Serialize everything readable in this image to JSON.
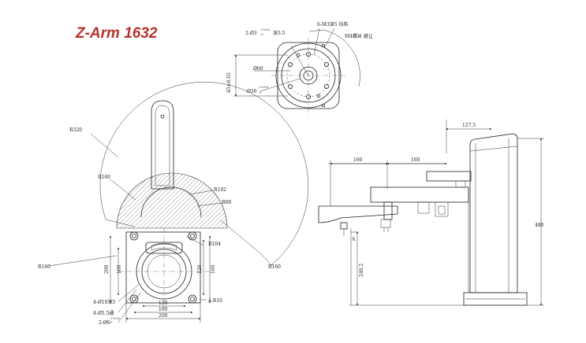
{
  "title": "Z-Arm 1632",
  "top_view_labels": {
    "hole_pin": "2-Ø3",
    "hole_pin_tol": "+0.02",
    "hole_pin_tol_low": "0",
    "hole_pin_depth": "深3.5",
    "thread_holes": "6-M3深5 均布",
    "m4": "M4螺丝  避让",
    "height": "45±0.02",
    "dia60": "Ø60",
    "dia36": "Ø36",
    "dia36_tol": "+0.03",
    "dia36_tol_low": "0"
  },
  "plan_view_labels": {
    "r320": "R320",
    "r160_upper": "R160",
    "r102": "R102",
    "r88": "R88",
    "r104": "R104",
    "r160_left": "R160",
    "r160_right": "R160",
    "h200": "200",
    "h160": "160",
    "h120_right": "120",
    "h160_right": "160",
    "holes_10": "4-Ø10深5",
    "holes_5": "4-Ø5.5通",
    "pin_hole": "2-Ø6",
    "pin_tol": "+0.02",
    "pin_tol_low": "0",
    "w120": "120",
    "w160": "160",
    "w200": "200",
    "side_label": "4-R10"
  },
  "side_view_labels": {
    "d127": "127.5",
    "d160a": "160",
    "d160b": "160",
    "h480": "480",
    "h240": "240.2",
    "a": "A"
  }
}
